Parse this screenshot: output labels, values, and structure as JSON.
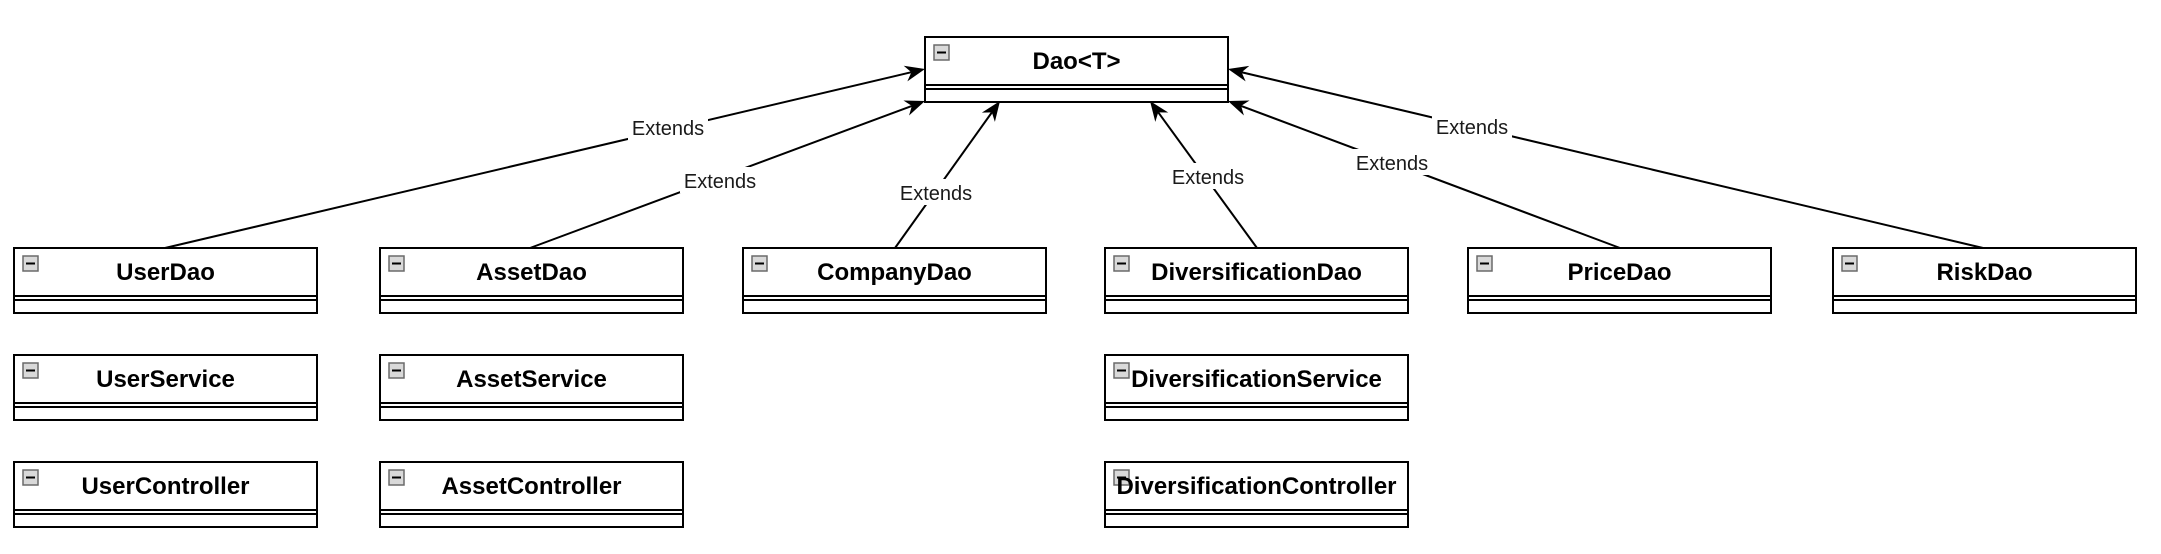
{
  "diagram": {
    "type": "uml-class-diagram",
    "parent": {
      "id": "dao",
      "name": "Dao<T>"
    },
    "classes": [
      {
        "id": "userdao",
        "name": "UserDao"
      },
      {
        "id": "assetdao",
        "name": "AssetDao"
      },
      {
        "id": "companydao",
        "name": "CompanyDao"
      },
      {
        "id": "diversificationdao",
        "name": "DiversificationDao"
      },
      {
        "id": "pricedao",
        "name": "PriceDao"
      },
      {
        "id": "riskdao",
        "name": "RiskDao"
      },
      {
        "id": "userservice",
        "name": "UserService"
      },
      {
        "id": "assetservice",
        "name": "AssetService"
      },
      {
        "id": "diversificationservice",
        "name": "DiversificationService"
      },
      {
        "id": "usercontroller",
        "name": "UserController"
      },
      {
        "id": "assetcontroller",
        "name": "AssetController"
      },
      {
        "id": "diversificationcontroller",
        "name": "DiversificationController"
      }
    ],
    "edges": [
      {
        "from": "userdao",
        "to": "dao",
        "label": "Extends"
      },
      {
        "from": "assetdao",
        "to": "dao",
        "label": "Extends"
      },
      {
        "from": "companydao",
        "to": "dao",
        "label": "Extends"
      },
      {
        "from": "diversificationdao",
        "to": "dao",
        "label": "Extends"
      },
      {
        "from": "pricedao",
        "to": "dao",
        "label": "Extends"
      },
      {
        "from": "riskdao",
        "to": "dao",
        "label": "Extends"
      }
    ],
    "colors": {
      "stroke": "#000000",
      "background": "#ffffff",
      "collapse_icon": "#d9d9d9"
    }
  }
}
